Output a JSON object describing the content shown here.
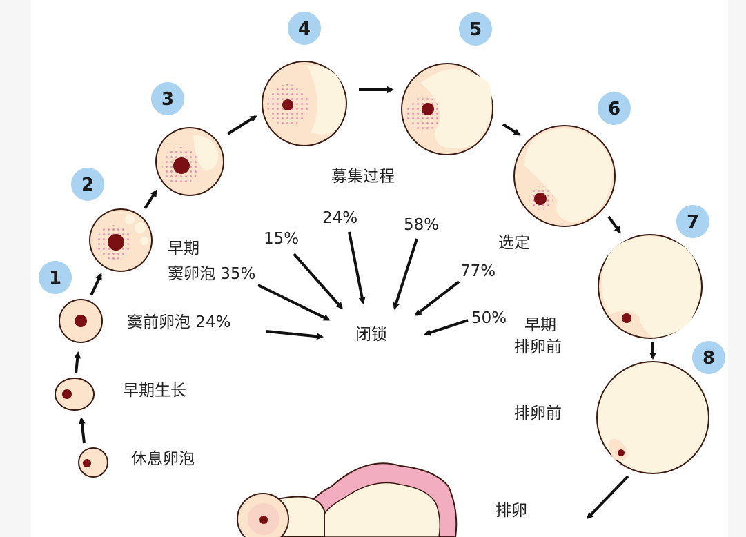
{
  "stages": [
    {
      "number": "1"
    },
    {
      "number": "2"
    },
    {
      "number": "3"
    },
    {
      "number": "4"
    },
    {
      "number": "5"
    },
    {
      "number": "6"
    },
    {
      "number": "7"
    },
    {
      "number": "8"
    }
  ],
  "labels": {
    "resting": "休息卵泡",
    "early_growth": "早期生长",
    "preantral": "窦前卵泡 24%",
    "early_antral_line1": "早期",
    "early_antral_line2": "窦卵泡 35%",
    "recruitment": "募集过程",
    "selection": "选定",
    "early_preovulatory_line1": "早期",
    "early_preovulatory_line2": "排卵前",
    "preovulatory": "排卵前",
    "ovulation": "排卵",
    "atresia": "闭锁"
  },
  "atresia_rates": [
    "15%",
    "24%",
    "58%",
    "77%",
    "50%"
  ],
  "colors": {
    "badge": "#a9d3f0",
    "follicle_fill": "#fbe3cc",
    "antrum_fill": "#fdf4e0",
    "outline": "#3a1a12",
    "oocyte": "#7a0f14",
    "granulosa_dots": "#e88ab0"
  }
}
